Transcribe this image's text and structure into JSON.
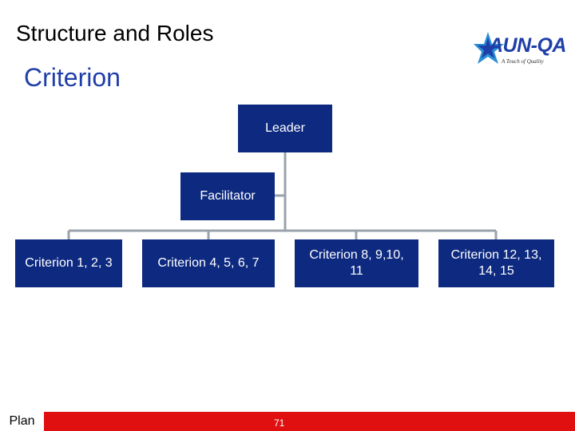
{
  "header": {
    "title": "Structure and Roles",
    "subtitle": "Criterion"
  },
  "logo": {
    "name": "AUN-QA",
    "tagline": "A Touch of Quality"
  },
  "org_chart": {
    "leader": "Leader",
    "facilitator": "Facilitator",
    "criteria_groups": [
      "Criterion 1, 2, 3",
      "Criterion 4, 5, 6, 7",
      "Criterion 8, 9,10, 11",
      "Criterion 12, 13, 14, 15"
    ]
  },
  "footer": {
    "label": "Plan",
    "page_number": "71"
  },
  "colors": {
    "box_fill": "#0e2a80",
    "box_text": "#ffffff",
    "subtitle": "#1f3fa8",
    "connector": "#9aa3ab",
    "footer_bar": "#e01010"
  }
}
